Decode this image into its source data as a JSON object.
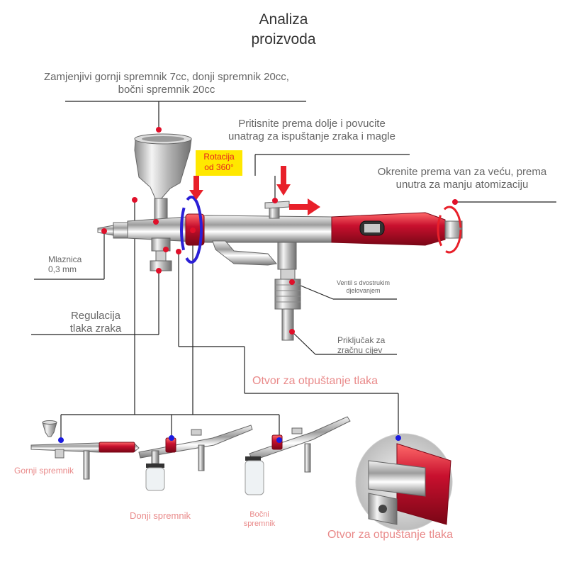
{
  "title": [
    "Analiza",
    "proizvoda"
  ],
  "annotations": {
    "top_cup": [
      "Zamjenjivi gornji spremnik 7cc, donji spremnik 20cc,",
      "bočni spremnik 20cc"
    ],
    "press": [
      "Pritisnite prema dolje i povucite",
      "unatrag za ispuštanje zraka i magle"
    ],
    "rotation": [
      "Rotacija",
      "od 360°"
    ],
    "turn": [
      "Okrenite prema van za veću, prema",
      "unutra za manju atomizaciju"
    ],
    "nozzle": [
      "Mlaznica",
      "0,3 mm"
    ],
    "regulation": [
      "Regulacija",
      "tlaka zraka"
    ],
    "valve": [
      "Ventil s dvostrukim",
      "djelovanjem"
    ],
    "hose": [
      "Priključak za",
      "zračnu cijev"
    ],
    "release_1": "Otvor za otpuštanje tlaka",
    "release_2": "Otvor za otpuštanje tlaka"
  },
  "variants": {
    "top": "Gornji spremnik",
    "bottom": "Donji spremnik",
    "side": [
      "Bočni",
      "spremnik"
    ]
  },
  "colors": {
    "callout_dot": "#e0102a",
    "variant_dot": "#1a1ae0",
    "arrow": "#e8202a",
    "pink_text": "#e98a8a",
    "rotation_ring": "#2b1fd6",
    "highlight": "#ffe800",
    "body_red": "#c8102e"
  }
}
